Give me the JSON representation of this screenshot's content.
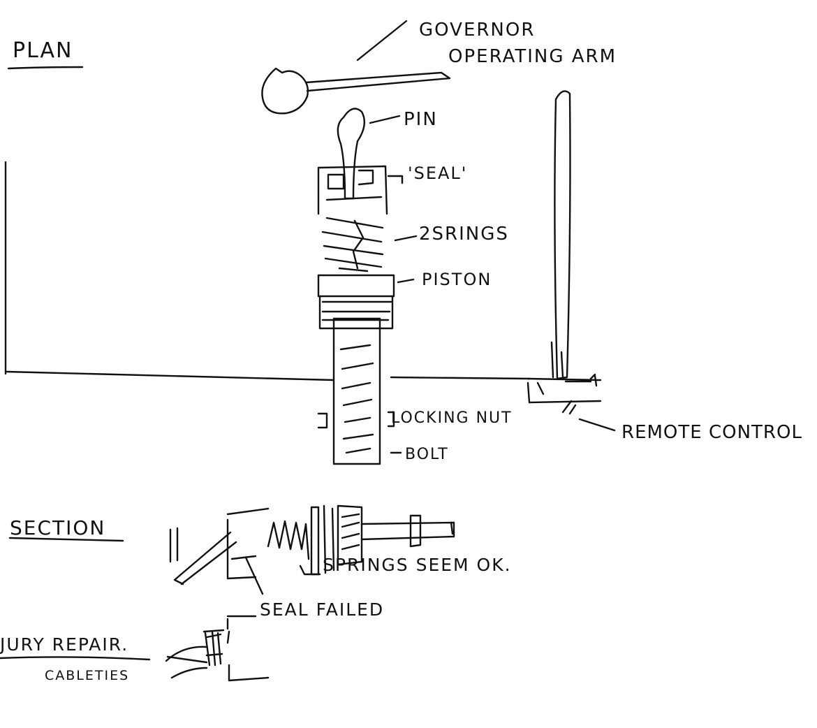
{
  "plan": {
    "heading": "PLAN",
    "labels": {
      "governor_operating_arm_line1": "GOVERNOR",
      "governor_operating_arm_line2": "OPERATING ARM",
      "pin": "PIN",
      "seal": "'SEAL'",
      "springs": "2SRINGS",
      "piston": "PISTON",
      "locking_nut": "LOCKING NUT",
      "bolt": "BOLT",
      "remote_control": "REMOTE CONTROL"
    }
  },
  "section": {
    "heading": "SECTION",
    "labels": {
      "springs_seem_ok": "SPRINGS SEEM OK.",
      "seal_failed": "SEAL FAILED"
    }
  },
  "repair": {
    "label_line1": "JURY REPAIR.",
    "label_line2": "CABLETIES"
  }
}
